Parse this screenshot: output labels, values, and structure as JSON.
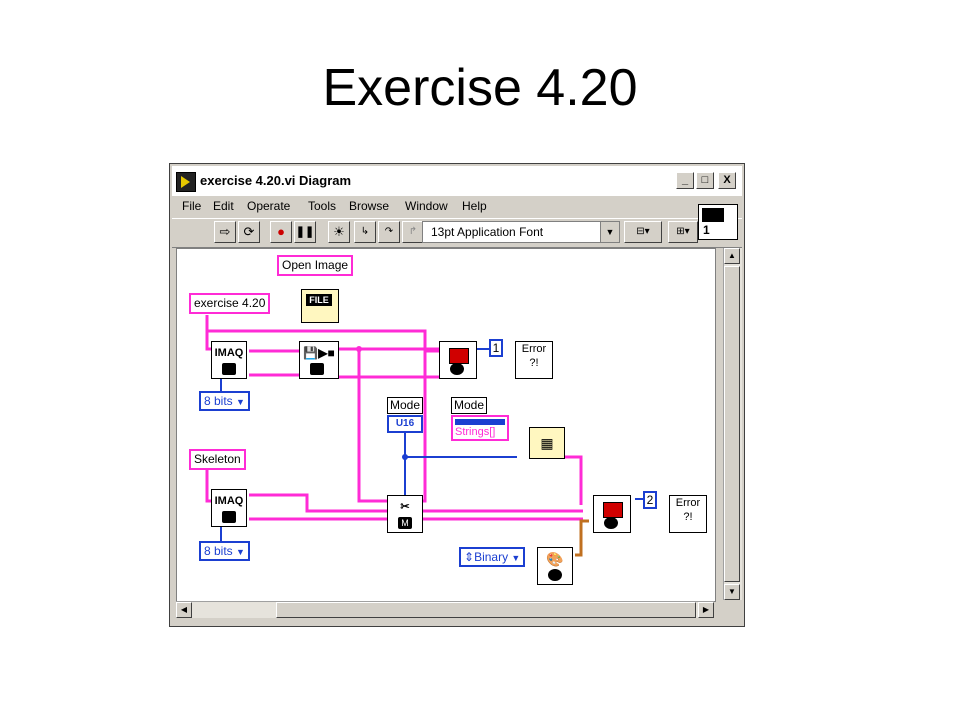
{
  "slide": {
    "title": "Exercise 4.20"
  },
  "window": {
    "title": "exercise 4.20.vi Diagram",
    "controls": {
      "minimize": "_",
      "maximize": "□",
      "close": "X"
    }
  },
  "menu": [
    {
      "label": "File"
    },
    {
      "label": "Edit"
    },
    {
      "label": "Operate"
    },
    {
      "label": "Tools"
    },
    {
      "label": "Browse"
    },
    {
      "label": "Window"
    },
    {
      "label": "Help"
    }
  ],
  "toolbar": {
    "font_select": "13pt Application Font",
    "connector_value": "1"
  },
  "diagram": {
    "open_image_label": "Open Image",
    "file_icon_label": "FILE",
    "path_constant_1": "exercise 4.20",
    "path_constant_2": "Skeleton",
    "imaq_label": "IMAQ",
    "bits_enum_1": "8 bits",
    "bits_enum_2": "8 bits",
    "mode_label_1": "Mode",
    "mode_type": "U16",
    "mode_label_2": "Mode",
    "strings_label": "Strings[]",
    "window_num_1": "1",
    "window_num_2": "2",
    "error_label": "Error",
    "binary_enum": "Binary",
    "m_label": "M"
  },
  "colors": {
    "image_wire": "#ff2bd6",
    "numeric_wire": "#1b3fd1",
    "cluster_wire": "#c07020"
  }
}
